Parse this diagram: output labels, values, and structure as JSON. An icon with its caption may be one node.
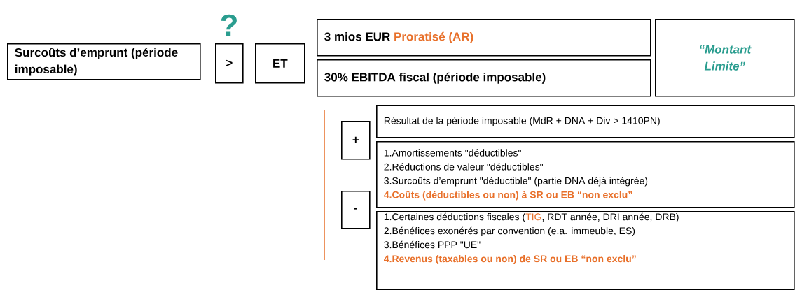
{
  "diagram": {
    "nodes": [
      {
        "text": [
          "Surcoûts d’emprunt (période imposable)"
        ]
      },
      {
        "text": [
          ">"
        ]
      },
      {
        "text": [
          "ET"
        ]
      },
      {
        "text": [
          "3 mios EUR",
          "Proratisé (AR)"
        ]
      },
      {
        "text": [
          "30% EBITDA fiscal (période imposable)"
        ]
      },
      {
        "text": [
          "“Montant Limite”"
        ]
      },
      {
        "text": [
          "Résultat de la période imposable (MdR + DNA + Div > 1410PN)"
        ]
      },
      {
        "text": [
          "+"
        ]
      },
      {
        "text": [
          "1.Amortissements \"déductibles\"",
          "2.Réductions de valeur \"déductibles\"",
          "3.Surcoûts d’emprunt \"déductible\" (partie DNA déjà intégrée)",
          "4.Coûts (déductibles ou non) à SR ou EB “non exclu”"
        ]
      },
      {
        "text": [
          "-"
        ]
      },
      {
        "text": [
          "1.Certaines déductions fiscales (",
          "TIG",
          ", RDT année, DRI année, DRB)",
          "2.Bénéfices exonérés par convention (e.a. immeuble, ES)",
          "3.Bénéfices PPP \"UE\"",
          "4.Revenus (taxables ou non) de SR ou EB “non exclu”"
        ]
      }
    ],
    "labels": [
      "?"
    ]
  }
}
